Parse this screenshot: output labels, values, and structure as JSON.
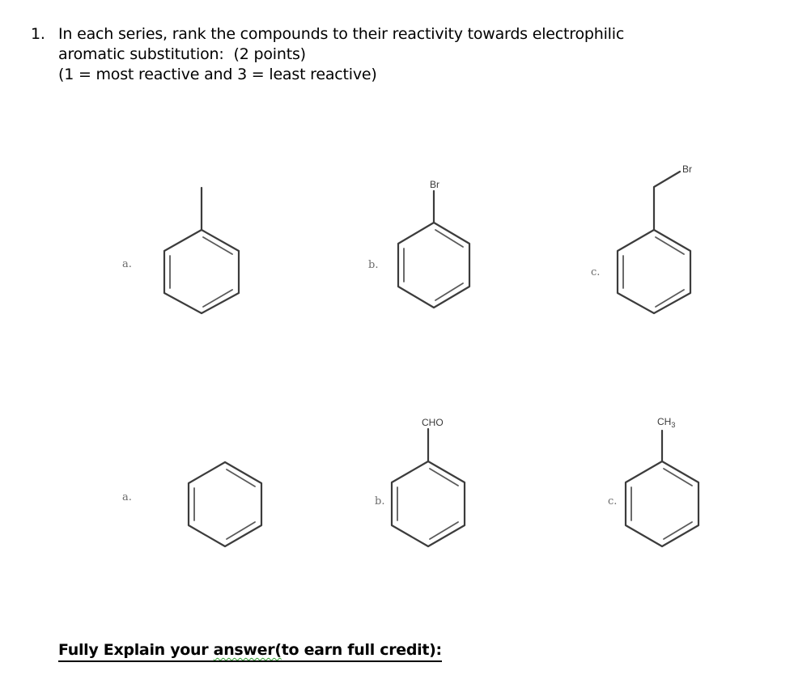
{
  "question": {
    "number": "1.",
    "lines": [
      "In each series, rank the compounds to their reactivity towards electrophilic",
      "aromatic substitution:",
      "(1 = most reactive and 3 = least reactive)"
    ],
    "points": "(2 points)"
  },
  "series": [
    {
      "compounds": [
        {
          "label": "a.",
          "name": "toluene",
          "substituent": ""
        },
        {
          "label": "b.",
          "name": "bromobenzene",
          "substituent": "Br"
        },
        {
          "label": "c.",
          "name": "benzyl bromide",
          "substituent": "Br"
        }
      ]
    },
    {
      "compounds": [
        {
          "label": "a.",
          "name": "benzene",
          "substituent": ""
        },
        {
          "label": "b.",
          "name": "benzaldehyde",
          "substituent": "CHO"
        },
        {
          "label": "c.",
          "name": "toluene",
          "substituent_main": "CH",
          "substituent_sub": "3"
        }
      ]
    }
  ],
  "footer": {
    "prefix": "Fully Explain your ",
    "flagged_word": "answer(",
    "suffix": "to earn full credit):"
  }
}
